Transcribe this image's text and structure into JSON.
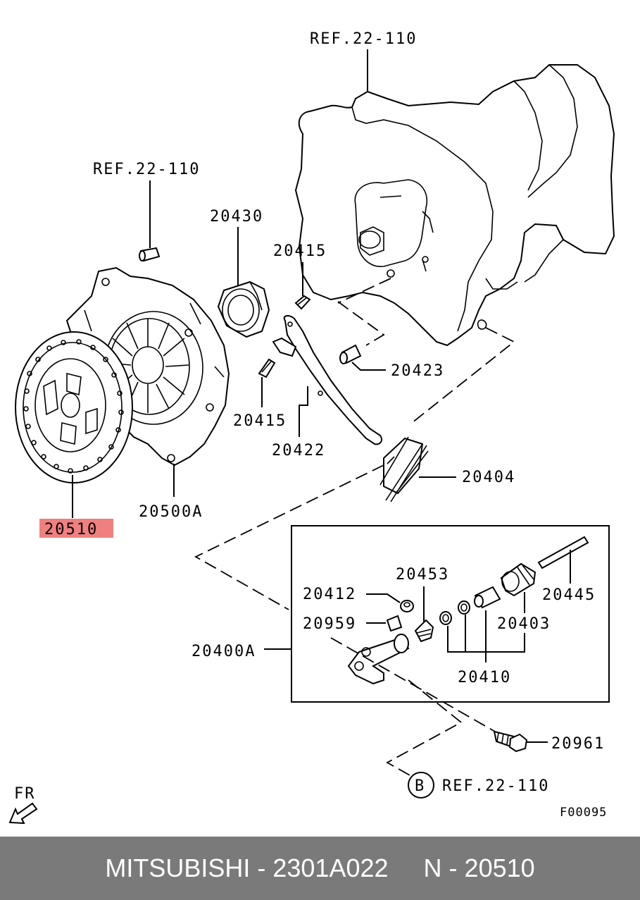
{
  "labels": {
    "ref_top": "REF.22-110",
    "ref_left": "REF.22-110",
    "p20430": "20430",
    "p20415a": "20415",
    "p20415b": "20415",
    "p20423": "20423",
    "p20422": "20422",
    "p20404": "20404",
    "p20500a": "20500A",
    "p20510": "20510",
    "p20453": "20453",
    "p20412": "20412",
    "p20445": "20445",
    "p20959": "20959",
    "p20403": "20403",
    "p20400a": "20400A",
    "p20410": "20410",
    "p20961": "20961",
    "b_marker": "B",
    "ref_b": "REF.22-110",
    "fr": "FR",
    "fig_code": "F00095"
  },
  "highlight_color": "#f08080",
  "footer": {
    "brand": "MITSUBISHI",
    "separator1": " - ",
    "part_number": "2301A022",
    "gap": "     ",
    "prefix": "N",
    "separator2": " - ",
    "ref_number": "20510"
  }
}
